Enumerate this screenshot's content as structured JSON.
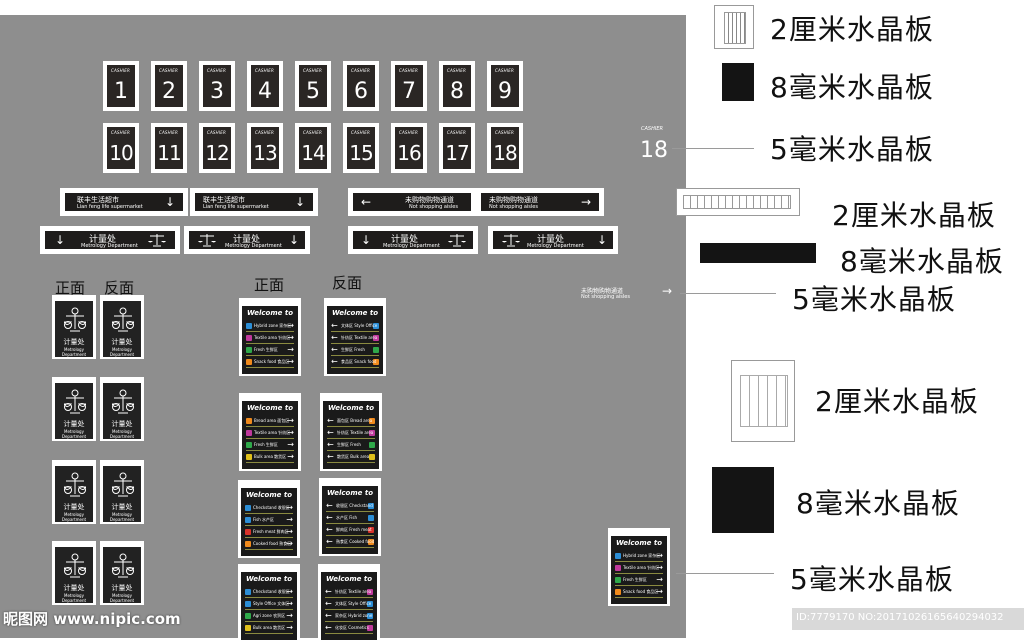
{
  "cashier": {
    "label": "CASHIER",
    "numbers": [
      "1",
      "2",
      "3",
      "4",
      "5",
      "6",
      "7",
      "8",
      "9",
      "10",
      "11",
      "12",
      "13",
      "14",
      "15",
      "16",
      "17",
      "18"
    ],
    "sample_number": "18"
  },
  "bars": {
    "market_cn": "联丰生活超市",
    "market_en": "Lian feng life supermarket",
    "noshop_cn": "未购物购物通道",
    "noshop_en": "Not shopping aisles",
    "metro_cn": "计量处",
    "metro_en": "Metrology Department"
  },
  "sides": {
    "front": "正面",
    "back": "反面"
  },
  "metro_card": {
    "cn": "计量处",
    "en": "Metrology Department"
  },
  "welcome": {
    "title": "Welcome to",
    "set1": [
      {
        "t": "Hybrid zone 家杂区",
        "c": "#2c8ed6"
      },
      {
        "t": "Textile area 针纺区",
        "c": "#c0399c"
      },
      {
        "t": "Fresh 生鲜区",
        "c": "#2fa84a"
      },
      {
        "t": "Snack food 食品区",
        "c": "#f08a1c"
      }
    ],
    "set1r": [
      {
        "t": "文体区 Style Office",
        "c": "#2c8ed6"
      },
      {
        "t": "针纺区 Textile area",
        "c": "#c0399c"
      },
      {
        "t": "生鲜区 Fresh",
        "c": "#2fa84a"
      },
      {
        "t": "食品区 Snack food",
        "c": "#f08a1c"
      }
    ],
    "set2": [
      {
        "t": "Bread area 面包区",
        "c": "#f08a1c"
      },
      {
        "t": "Textile area 针纺区",
        "c": "#c0399c"
      },
      {
        "t": "Fresh 生鲜区",
        "c": "#2fa84a"
      },
      {
        "t": "Bulk area 散货区",
        "c": "#e0c01a"
      }
    ],
    "set2r": [
      {
        "t": "面包区 Bread area",
        "c": "#f08a1c"
      },
      {
        "t": "针纺区 Textile area",
        "c": "#c0399c"
      },
      {
        "t": "生鲜区 Fresh",
        "c": "#2fa84a"
      },
      {
        "t": "散货区 Bulk area",
        "c": "#e0c01a"
      }
    ],
    "set3": [
      {
        "t": "Checkstand 收银区",
        "c": "#2c8ed6"
      },
      {
        "t": "Fish 水产区",
        "c": "#2c8ed6"
      },
      {
        "t": "Fresh meat 鲜肉区",
        "c": "#d8322a"
      },
      {
        "t": "Cooked food 熟食区",
        "c": "#f08a1c"
      }
    ],
    "set3r": [
      {
        "t": "收银区 Checkstand",
        "c": "#2c8ed6"
      },
      {
        "t": "水产区 Fish",
        "c": "#2c8ed6"
      },
      {
        "t": "鲜肉区 Fresh meat",
        "c": "#d8322a"
      },
      {
        "t": "熟食区 Cooked food",
        "c": "#f08a1c"
      }
    ],
    "set4": [
      {
        "t": "Checkstand 收银区",
        "c": "#2c8ed6"
      },
      {
        "t": "Style Office 文体区",
        "c": "#2c8ed6"
      },
      {
        "t": "Agri zone 农贸区",
        "c": "#2fa84a"
      },
      {
        "t": "Bulk area 散货区",
        "c": "#e0c01a"
      }
    ],
    "set4r": [
      {
        "t": "针纺区 Textile area",
        "c": "#c0399c"
      },
      {
        "t": "文体区 Style Office",
        "c": "#2c8ed6"
      },
      {
        "t": "家杂区 Hybrid zone",
        "c": "#2c8ed6"
      },
      {
        "t": "化妆区 Cosmetics",
        "c": "#c0399c"
      }
    ]
  },
  "legend": {
    "cm2": "2厘米水晶板",
    "mm8": "8毫米水晶板",
    "mm5": "5毫米水晶板"
  },
  "watermark": {
    "site": "昵图网 www.nipic.com",
    "id": "ID:7779170 NO:20171026165640294032"
  }
}
